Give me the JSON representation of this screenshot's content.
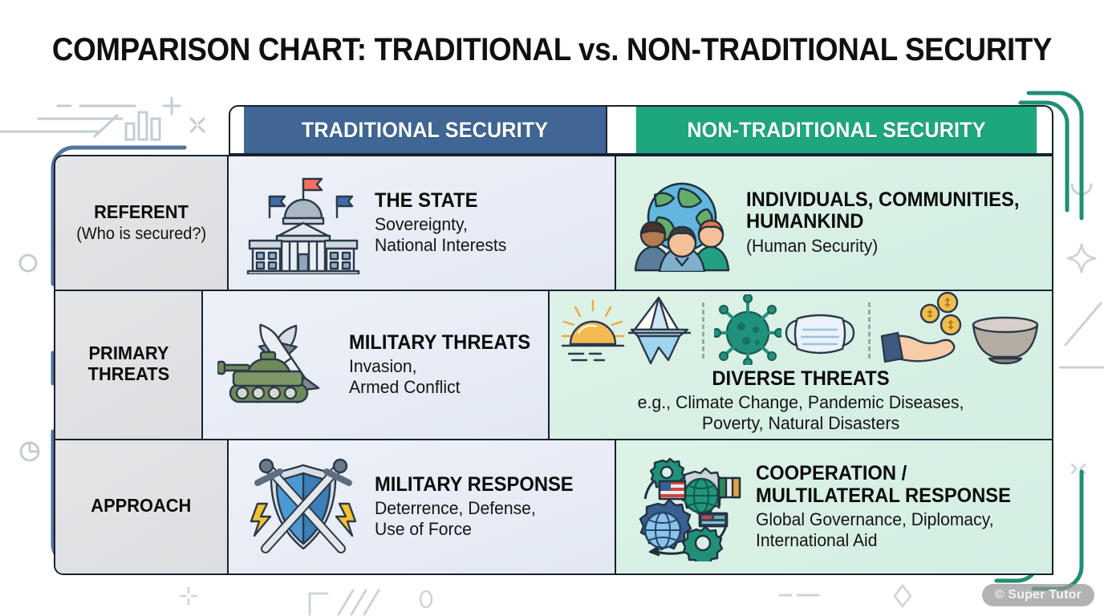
{
  "title": "COMPARISON CHART: TRADITIONAL vs. NON-TRADITIONAL SECURITY",
  "colors": {
    "traditional_header": "#3f6694",
    "nontraditional_header": "#1ea67f",
    "traditional_cell": "#e8edf5",
    "nontraditional_cell": "#d9f0e5",
    "label_cell": "#dfe1e4",
    "border": "#17212e",
    "bracket_left": "#50749e",
    "bracket_right": "#1f8f72"
  },
  "header": {
    "label_column": "",
    "traditional": "TRADITIONAL SECURITY",
    "nontraditional": "NON-TRADITIONAL SECURITY"
  },
  "rows": [
    {
      "label": "REFERENT",
      "label_sub": "(Who is secured?)",
      "traditional": {
        "icon": "government-building-icon",
        "heading": "THE STATE",
        "detail": "Sovereignty,\nNational Interests"
      },
      "nontraditional": {
        "icon": "globe-people-icon",
        "heading": "INDIVIDUALS, COMMUNITIES, HUMANKIND",
        "detail": "(Human Security)"
      }
    },
    {
      "label": "PRIMARY THREATS",
      "label_sub": "",
      "traditional": {
        "icon": "tank-missiles-icon",
        "heading": "MILITARY THREATS",
        "detail": "Invasion,\nArmed Conflict"
      },
      "nontraditional": {
        "icons": [
          "sun-icon",
          "iceberg-icon",
          "virus-icon",
          "face-mask-icon",
          "hand-coins-icon",
          "empty-bowl-icon"
        ],
        "heading": "DIVERSE THREATS",
        "detail": "e.g., Climate Change, Pandemic Diseases,\nPoverty, Natural Disasters"
      }
    },
    {
      "label": "APPROACH",
      "label_sub": "",
      "traditional": {
        "icon": "shield-swords-icon",
        "heading": "MILITARY RESPONSE",
        "detail": "Deterrence, Defense,\nUse of Force"
      },
      "nontraditional": {
        "icon": "gears-globes-flags-icon",
        "heading": "COOPERATION / MULTILATERAL RESPONSE",
        "detail": "Global Governance, Diplomacy,\nInternational Aid"
      }
    }
  ],
  "watermark": "© Super Tutor"
}
